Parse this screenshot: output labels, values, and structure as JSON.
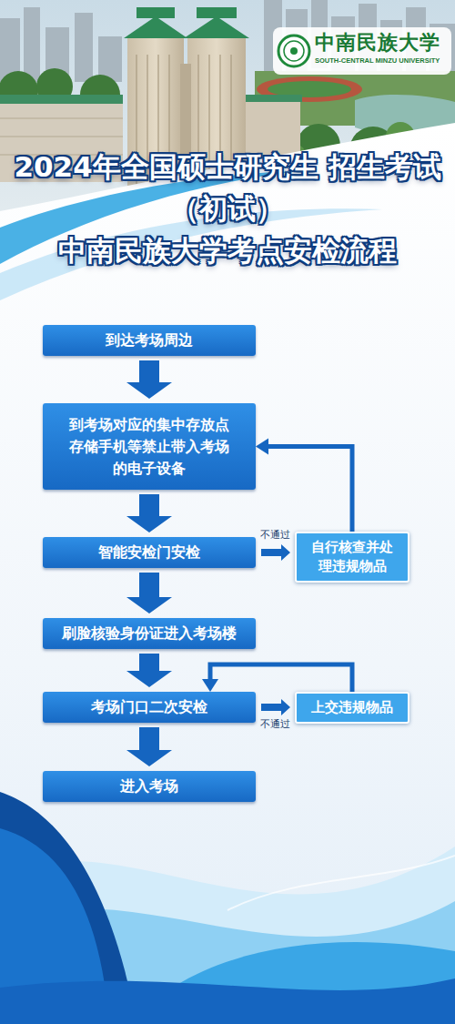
{
  "diagram": {
    "title": "2024年全国硕士研究生 招生考试（初试） 中南民族大学考点安检流程",
    "nodes": [
      {
        "text": [
          "到达考场周边"
        ]
      },
      {
        "text": [
          "到考场对应的集中存放点 存储手机等禁止带入考场 的电子设备"
        ]
      },
      {
        "text": [
          "智能安检门安检"
        ]
      },
      {
        "text": [
          "自行核查并处理违规物品"
        ]
      },
      {
        "text": [
          "刷脸核验身份证进入考场楼"
        ]
      },
      {
        "text": [
          "考场门口二次安检"
        ]
      },
      {
        "text": [
          "上交违规物品"
        ]
      },
      {
        "text": [
          "进入考场"
        ]
      }
    ],
    "edges": [
      {
        "from": 0,
        "to": 1,
        "arrow": "to"
      },
      {
        "from": 1,
        "to": 2,
        "arrow": "to"
      },
      {
        "from": 2,
        "to": 3,
        "label": "不通过",
        "arrow": "to"
      },
      {
        "from": 3,
        "to": 1,
        "arrow": "to"
      },
      {
        "from": 2,
        "to": 4,
        "arrow": "to"
      },
      {
        "from": 4,
        "to": 5,
        "arrow": "to"
      },
      {
        "from": 5,
        "to": 6,
        "label": "不通过",
        "arrow": "to"
      },
      {
        "from": 6,
        "to": 5,
        "arrow": "to"
      },
      {
        "from": 5,
        "to": 7,
        "arrow": "to"
      }
    ],
    "labels": [
      "中南民族大学",
      "SOUTH-CENTRAL MINZU UNIVERSITY"
    ]
  }
}
